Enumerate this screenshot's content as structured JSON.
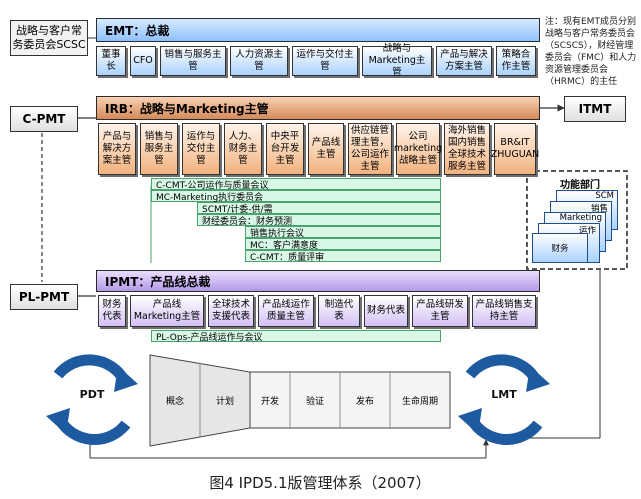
{
  "emt": {
    "title": "EMT：总裁",
    "cells": [
      "董事长",
      "CFO",
      "销售与服务主管",
      "人力资源主管",
      "运作与交付主管",
      "战略与Marketing主管",
      "产品与解决方案主管",
      "策略合作主管"
    ]
  },
  "emt_note": "注：现有EMT成员分别战略与客户常务委员会（SCSCS），财经管理委员会（FMC）和人力资源管理委员会（HRMC）的主任",
  "scsc": "战略与客户常务委员会SCSC",
  "cpmt": "C-PMT",
  "itmt": "ITMT",
  "plpmt": "PL-PMT",
  "irb": {
    "title": "IRB：战略与Marketing主管",
    "cells": [
      "产品与解决方案主管",
      "销售与服务主管",
      "运作与交付主管",
      "人力、财务主管",
      "中央平台开发主管",
      "产品线主管",
      "供应链管理主管，公司运作主管",
      "公司marketing战略主管",
      "海外销售国内销售全球技术服务主管",
      "BR&IT ZHUGUAN"
    ]
  },
  "green_items": [
    "C-CMT-公司运作与质量会议",
    "MC-Marketing执行委员会",
    "SCMT/计委-供/需",
    "财经委员会：财务预测",
    "销售执行会议",
    "MC：客户满意度",
    "C-CMT：质量评审"
  ],
  "function_dept": {
    "title": "功能部门",
    "cards": [
      "SCM",
      "销售",
      "Marketing",
      "运作",
      "财务"
    ]
  },
  "ipmt": {
    "title": "IPMT：产品线总裁",
    "cells": [
      "财务代表",
      "产品线Marketing主管",
      "全球技术支援代表",
      "产品线运作质量主管",
      "制造代表",
      "财务代表",
      "产品线研发主管",
      "产品线销售支持主管"
    ]
  },
  "plops": "PL-Ops-产品线运作与会议",
  "pdt": "PDT",
  "lmt": "LMT",
  "phases": [
    "概念",
    "计划",
    "开发",
    "验证",
    "发布",
    "生命周期"
  ],
  "caption": "图4 IPD5.1版管理体系（2007）",
  "colors": {
    "arrow": "#1e5aa0",
    "border": "#2b2b2b"
  }
}
